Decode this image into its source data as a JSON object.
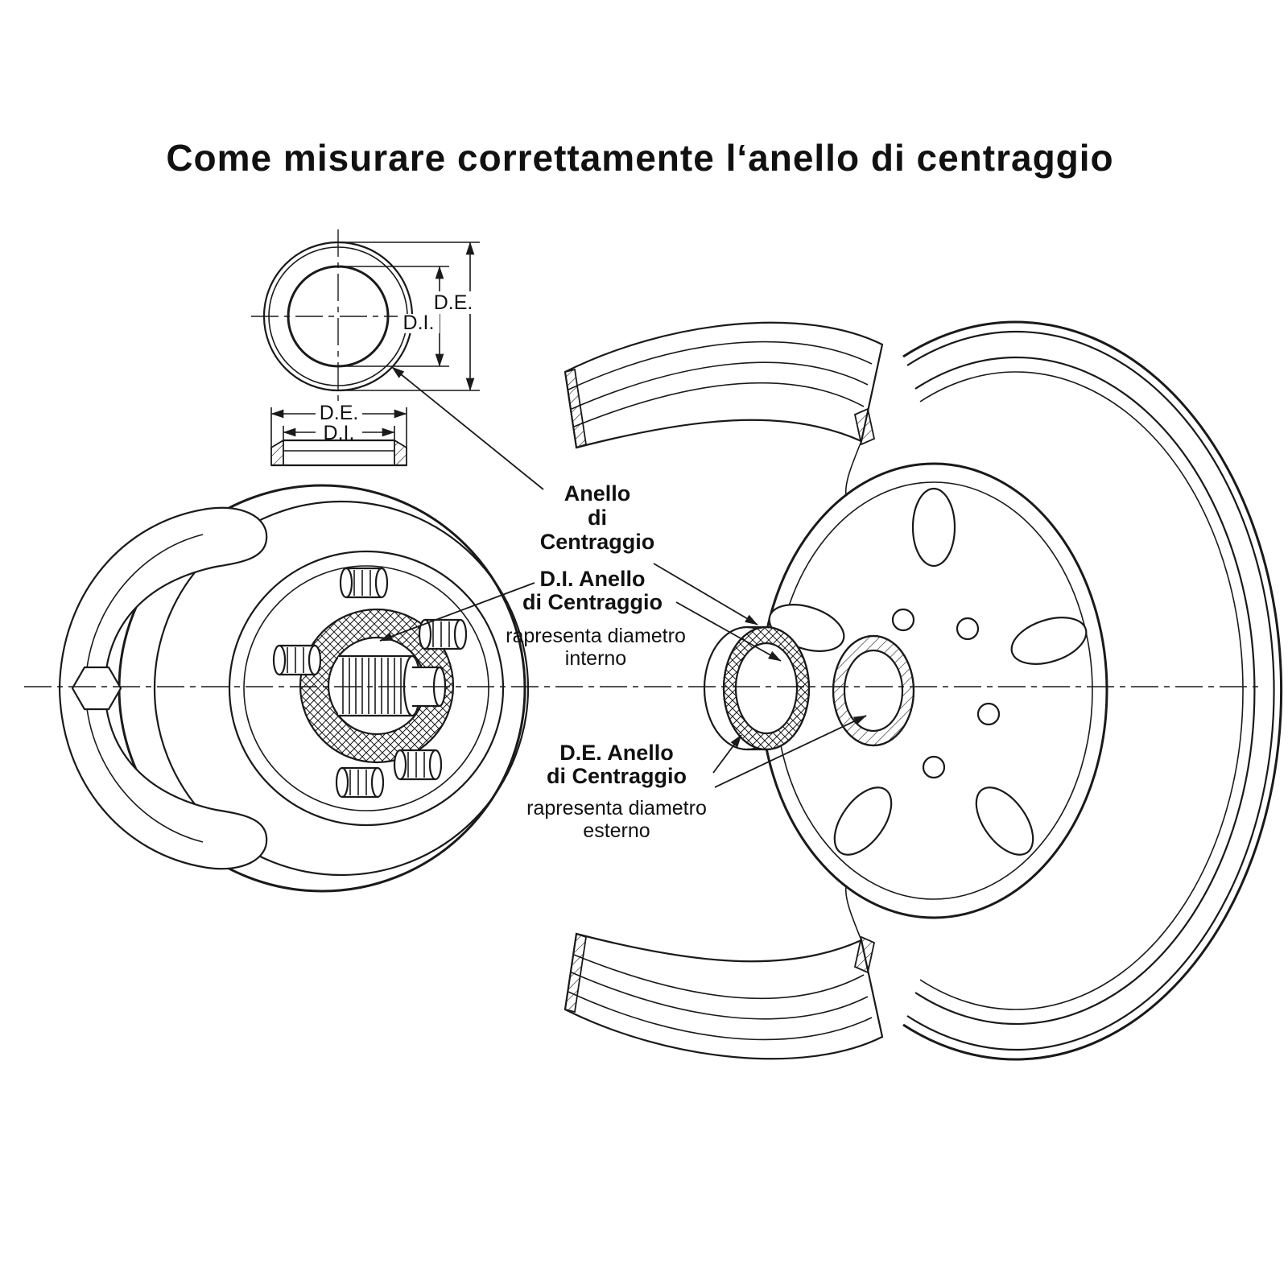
{
  "title": "Come misurare correttamente l‘anello di centraggio",
  "dimension_labels": {
    "outer": "D.E.",
    "inner": "D.I."
  },
  "annotations": {
    "ring_name": {
      "line1": "Anello",
      "line2": "di",
      "line3": "Centraggio"
    },
    "inner_diameter": {
      "title1": "D.I. Anello",
      "title2": "di Centraggio",
      "desc1": "rapresenta diametro",
      "desc2": "interno"
    },
    "outer_diameter": {
      "title1": "D.E. Anello",
      "title2": "di Centraggio",
      "desc1": "rapresenta diametro",
      "desc2": "esterno"
    }
  }
}
